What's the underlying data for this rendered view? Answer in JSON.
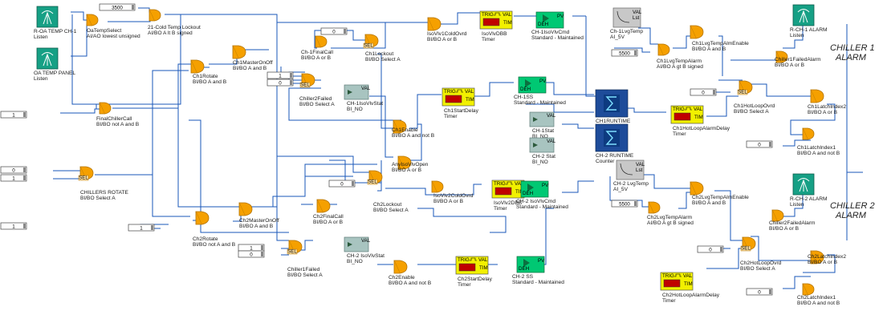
{
  "constants": [
    "3500",
    "0",
    "1",
    "0",
    "1",
    "1",
    "0",
    "1",
    "1",
    "0",
    "5500",
    "5500",
    "0",
    "0",
    "0",
    "1",
    "0",
    "0"
  ],
  "inputs": [
    {
      "name": "R-OA TEMP CH-1",
      "sub": "Listen"
    },
    {
      "name": "OA TEMP PANEL",
      "sub": "Listen"
    },
    {
      "name": "R-CH-1 ALARM",
      "sub": "Listen"
    },
    {
      "name": "R-CH-2 ALARM",
      "sub": "Listen"
    }
  ],
  "gates": [
    {
      "name": "OaTempSelect",
      "sub": "AI/AO lowest unsigned"
    },
    {
      "name": "21-Cold Temp Lockout",
      "sub": "AI/BO A lt B signed"
    },
    {
      "name": "FinalChillerCall",
      "sub": "BI/BO not A and B"
    },
    {
      "name": "CHILLERS ROTATE",
      "sub": "BI/BO Select A"
    },
    {
      "name": "Ch1Rotate",
      "sub": "BI/BO A and B"
    },
    {
      "name": "Ch1MasterOnOff",
      "sub": "BI/BO A and B"
    },
    {
      "name": "Chiller2Failed",
      "sub": "BI/BO Select A"
    },
    {
      "name": "Ch-1FinalCall",
      "sub": "BI/BO A or B"
    },
    {
      "name": "Ch1Lockout",
      "sub": "BI/BO Select A"
    },
    {
      "name": "IsoVlv1ColdOvrd",
      "sub": "BI/BO A or B"
    },
    {
      "name": "Ch1Enable",
      "sub": "BI/BO A and not B"
    },
    {
      "name": "AnyIsoVlvOpen",
      "sub": "BI/BO A or B"
    },
    {
      "name": "Ch1LvgTempAlarm",
      "sub": "AI/BO A gt B signed"
    },
    {
      "name": "Ch1LvgTempAlmEnable",
      "sub": "BI/BO A and B"
    },
    {
      "name": "Chiller1FailedAlarm",
      "sub": "BI/BO A or B"
    },
    {
      "name": "Ch1HotLoopOvrd",
      "sub": "BI/BO Select A"
    },
    {
      "name": "Ch1LatchIndex2",
      "sub": "BI/BO A or B"
    },
    {
      "name": "Ch1LatchIndex1",
      "sub": "BI/BO A and not B"
    },
    {
      "name": "Ch2Rotate",
      "sub": "BI/BO not A and B"
    },
    {
      "name": "Ch2MasterOnOff",
      "sub": "BI/BO A and B"
    },
    {
      "name": "Ch2FinalCall",
      "sub": "BI/BO A or B"
    },
    {
      "name": "Ch2Lockout",
      "sub": "BI/BO Select A"
    },
    {
      "name": "IsoVlv2ColdOvrd",
      "sub": "BI/BO A or B"
    },
    {
      "name": "Chiller1Failed",
      "sub": "BI/BO Select A"
    },
    {
      "name": "Ch2Enable",
      "sub": "BI/BO A and not B"
    },
    {
      "name": "Ch2LvgTempAlarm",
      "sub": "AI/BO A gt B signed"
    },
    {
      "name": "Ch2LvgTempAlmEnable",
      "sub": "BI/BO A and B"
    },
    {
      "name": "Chiller2FailedAlarm",
      "sub": "BI/BO A or B"
    },
    {
      "name": "Ch2HotLoopOvrd",
      "sub": "BI/BO Select A"
    },
    {
      "name": "Ch2LatchIndex2",
      "sub": "BI/BO A or B"
    },
    {
      "name": "Ch2LatchIndex1",
      "sub": "BI/BO A and not B"
    }
  ],
  "timers": [
    {
      "name": "IsoVlvDBB",
      "sub": "Timer"
    },
    {
      "name": "Ch1StartDelay",
      "sub": "Timer"
    },
    {
      "name": "Ch1HotLoopAlarmDelay",
      "sub": "Timer"
    },
    {
      "name": "IsoVlv2DBB",
      "sub": "Timer"
    },
    {
      "name": "Ch2StartDelay",
      "sub": "Timer"
    },
    {
      "name": "Ch2HotLoopAlarmDelay",
      "sub": "Timer"
    }
  ],
  "outputs": [
    {
      "name": "CH-1IsoVlvCmd",
      "sub": "Standard - Maintained"
    },
    {
      "name": "CH-1SS",
      "sub": "Standard - Maintained"
    },
    {
      "name": "CH-2 IsoVlvCmd",
      "sub": "Standard - Maintained"
    },
    {
      "name": "CH-2 SS",
      "sub": "Standard - Maintained"
    }
  ],
  "binary_inputs": [
    {
      "name": "CH-1IsoVlvStat",
      "sub": "BI_NO"
    },
    {
      "name": "CH-1Stat",
      "sub": "BI_NO"
    },
    {
      "name": "CH-2 Stat",
      "sub": "BI_NO"
    },
    {
      "name": "CH-2 IsoVlvStat",
      "sub": "BI_NO"
    }
  ],
  "counters": [
    {
      "name": "CH1RUNTIME",
      "sub": "Counter"
    },
    {
      "name": "CH-2 RUNTIME",
      "sub": "Counter"
    }
  ],
  "sensors": [
    {
      "name": "Ch-1LvgTemp",
      "sub": "AI_5V"
    },
    {
      "name": "CH-2 LvgTemp",
      "sub": "AI_5V"
    }
  ],
  "alarm_titles": [
    "CHILLER 1",
    "ALARM",
    "CHILLER 2",
    "ALARM"
  ],
  "pins": {
    "trig": "TRIG",
    "val": "VAL",
    "tim": "TIM",
    "deh": "DEH",
    "pv": "PV",
    "sel": "SEL",
    "lst": "Lst"
  },
  "icons": [
    "antenna-icon",
    "timer-display-icon",
    "output-arrow-icon",
    "binary-input-icon",
    "counter-sigma-icon",
    "thermistor-icon"
  ],
  "colors": {
    "gate": "#f5a000",
    "timer": "#f2f000",
    "output": "#00c873",
    "counter": "#1e4c9a",
    "binary": "#a8c4c0",
    "thermistor": "#c8c8c8",
    "wire": "#1a57b8",
    "display": "#c00000"
  }
}
